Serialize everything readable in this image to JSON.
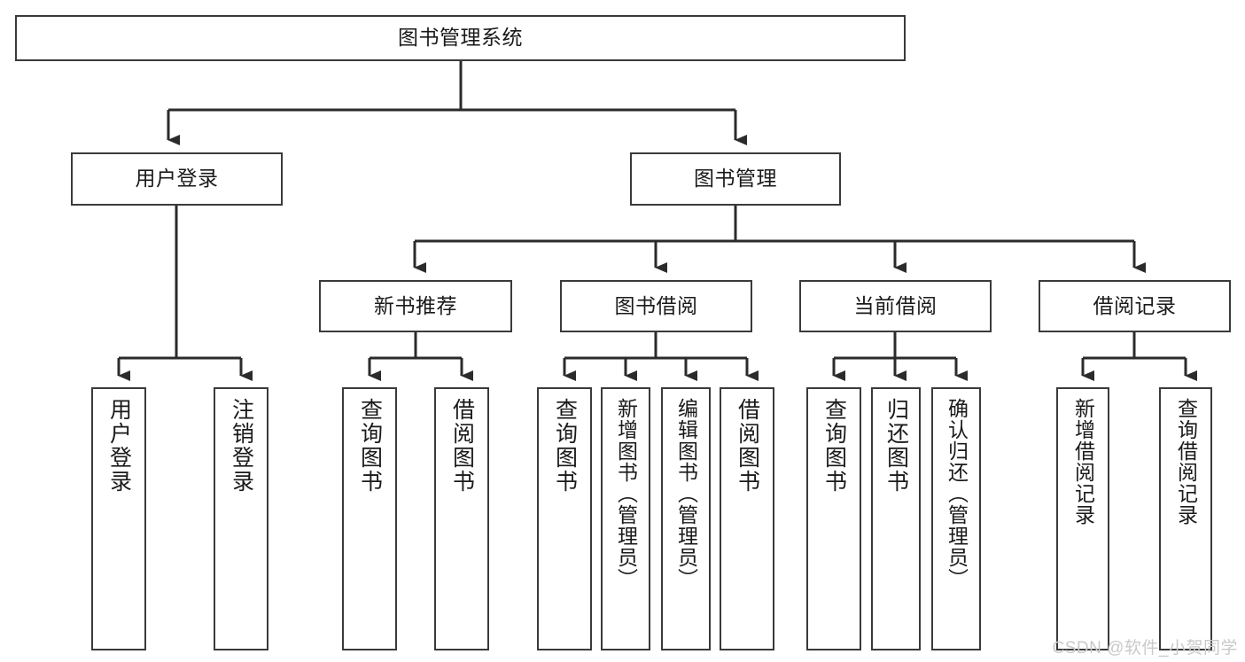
{
  "diagram": {
    "title": "图书管理系统",
    "type": "tree-hierarchy-diagram",
    "colors": {
      "box_border": "#3a3a3a",
      "box_fill": "#ffffff",
      "connector": "#2b2b2b",
      "text": "#1a1a1a",
      "watermark": "#c9c9c9"
    },
    "root": {
      "label": "图书管理系统"
    },
    "level1": [
      {
        "label": "用户登录"
      },
      {
        "label": "图书管理"
      }
    ],
    "level2": [
      {
        "label": "新书推荐"
      },
      {
        "label": "图书借阅"
      },
      {
        "label": "当前借阅"
      },
      {
        "label": "借阅记录"
      }
    ],
    "leaves": {
      "user_login": [
        {
          "label": "用户登录"
        },
        {
          "label": "注销登录"
        }
      ],
      "new_book_recommend": [
        {
          "label": "查询图书"
        },
        {
          "label": "借阅图书"
        }
      ],
      "book_borrow": [
        {
          "label": "查询图书"
        },
        {
          "label": "新增图书（管理员）"
        },
        {
          "label": "编辑图书（管理员）"
        },
        {
          "label": "借阅图书"
        }
      ],
      "current_borrow": [
        {
          "label": "查询图书"
        },
        {
          "label": "归还图书"
        },
        {
          "label": "确认归还（管理员）"
        }
      ],
      "borrow_record": [
        {
          "label": "新增借阅记录"
        },
        {
          "label": "查询借阅记录"
        }
      ]
    }
  },
  "watermark": {
    "text": "CSDN @软件_小贺同学"
  }
}
